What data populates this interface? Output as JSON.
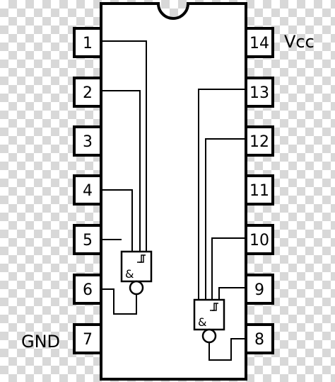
{
  "diagram": {
    "left_pins": [
      "1",
      "2",
      "3",
      "4",
      "5",
      "6",
      "7"
    ],
    "right_pins": [
      "14",
      "13",
      "12",
      "11",
      "10",
      "9",
      "8"
    ],
    "labels": {
      "vcc": "Vcc",
      "gnd": "GND"
    },
    "gate_symbol": "&"
  },
  "colors": {
    "stroke": "#000000",
    "fill": "#ffffff"
  }
}
